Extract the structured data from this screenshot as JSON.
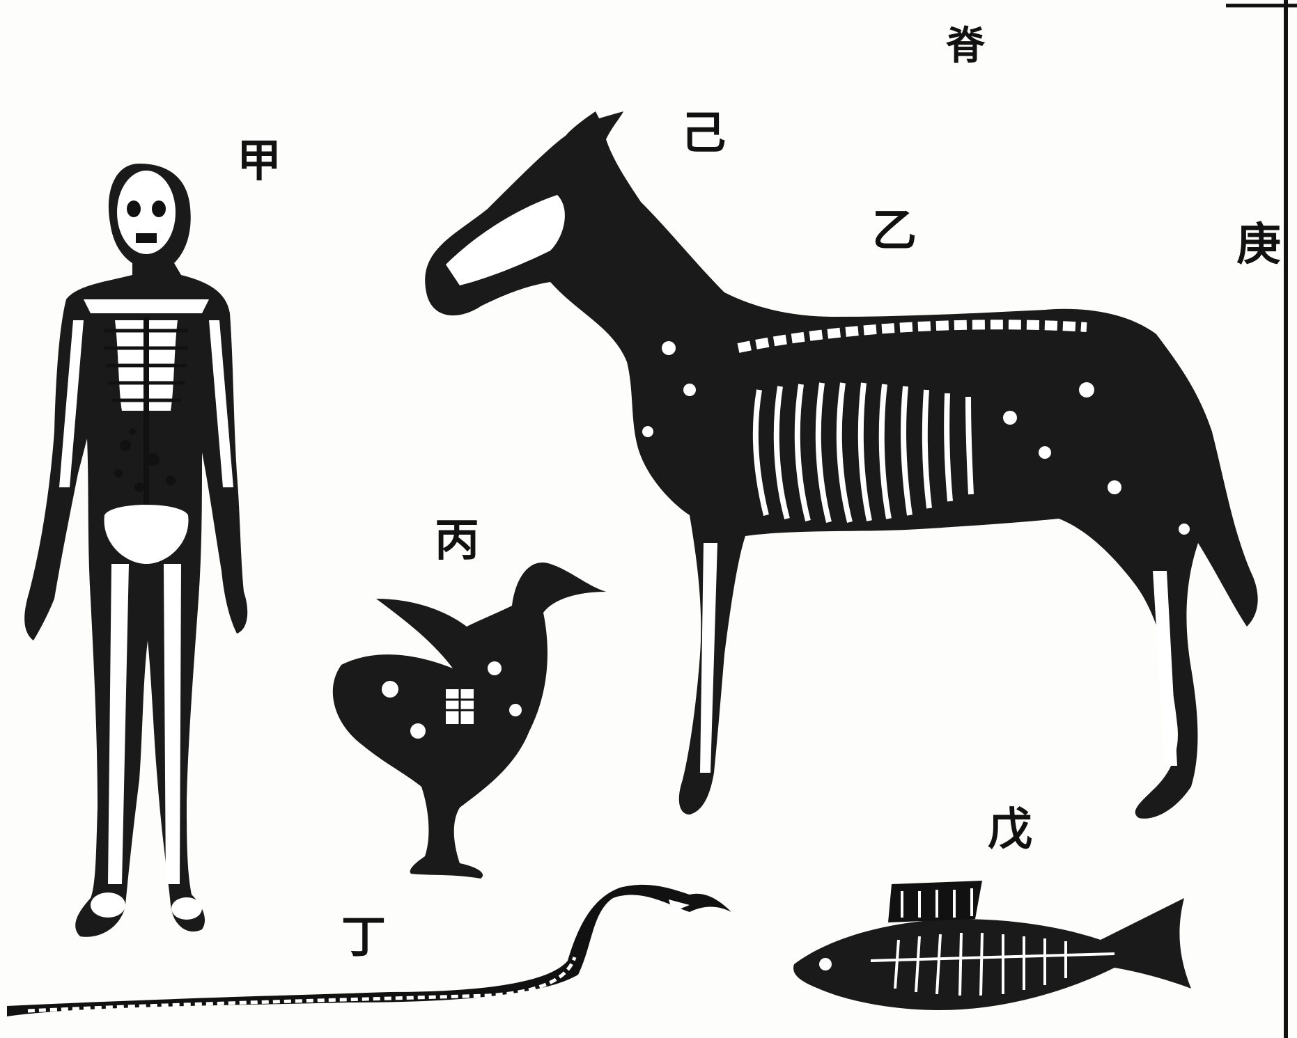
{
  "labels": {
    "top": "脊",
    "ji": "己",
    "jia": "甲",
    "yi": "乙",
    "geng": "庚",
    "bing": "丙",
    "wu": "戊",
    "ding": "丁"
  },
  "colors": {
    "ink": "#111111",
    "paper": "#fdfdfb"
  },
  "figures": [
    "human-skeleton",
    "horse-skeleton",
    "bird-skeleton",
    "snake-skeleton",
    "fish-skeleton"
  ]
}
